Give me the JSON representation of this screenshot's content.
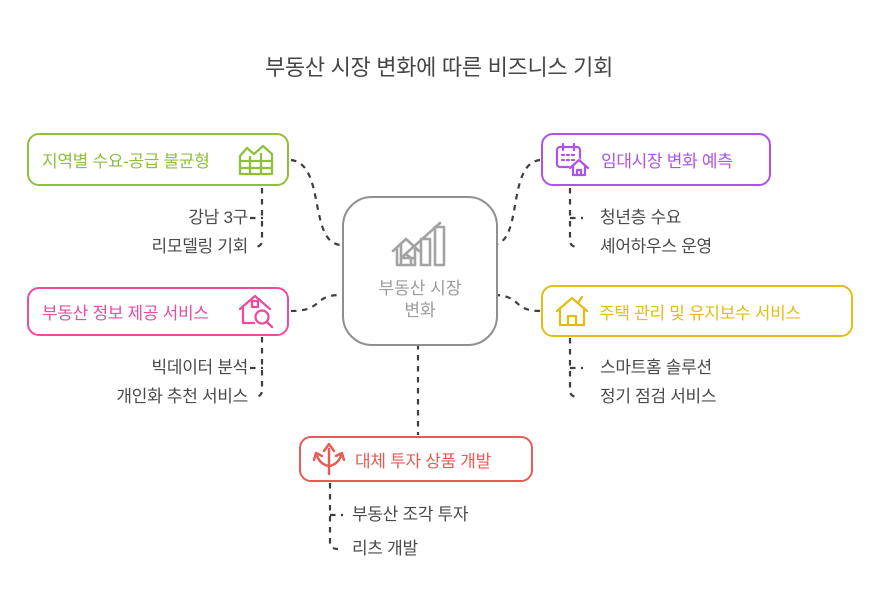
{
  "title": "부동산 시장 변화에 따른 비즈니스 기회",
  "center_node": {
    "label_line1": "부동산 시장",
    "label_line2": "변화",
    "icon": "house-chart-decline-icon",
    "color": "#8f8f8f"
  },
  "branches": [
    {
      "id": "regional-supply-demand-imbalance",
      "label": "지역별 수요-공급 불균형",
      "icon": "building-chart-icon",
      "color": "#8fc03c",
      "position": "top-left",
      "children": [
        "강남 3구",
        "리모델링 기회"
      ]
    },
    {
      "id": "rental-market-forecast",
      "label": "임대시장 변화 예측",
      "icon": "calendar-house-icon",
      "color": "#ae53e8",
      "position": "top-right",
      "children": [
        "청년층 수요",
        "셰어하우스 운영"
      ]
    },
    {
      "id": "real-estate-info-service",
      "label": "부동산 정보 제공 서비스",
      "icon": "house-search-icon",
      "color": "#ea4c9e",
      "position": "middle-left",
      "children": [
        "빅데이터 분석",
        "개인화 추천 서비스"
      ]
    },
    {
      "id": "housing-maintenance-service",
      "label": "주택 관리 및 유지보수 서비스",
      "icon": "home-icon",
      "color": "#e2bd16",
      "position": "middle-right",
      "children": [
        "스마트홈 솔루션",
        "정기 점검 서비스"
      ]
    },
    {
      "id": "alternative-investment-development",
      "label": "대체 투자 상품 개발",
      "icon": "branch-arrows-icon",
      "color": "#e95b52",
      "position": "bottom",
      "children": [
        "부동산 조각 투자",
        "리츠 개발"
      ]
    }
  ],
  "colors": {
    "connector": "#3e3e3e",
    "sub_label_text": "#4a4a4a",
    "title_text": "#464646",
    "background": "#ffffff"
  }
}
